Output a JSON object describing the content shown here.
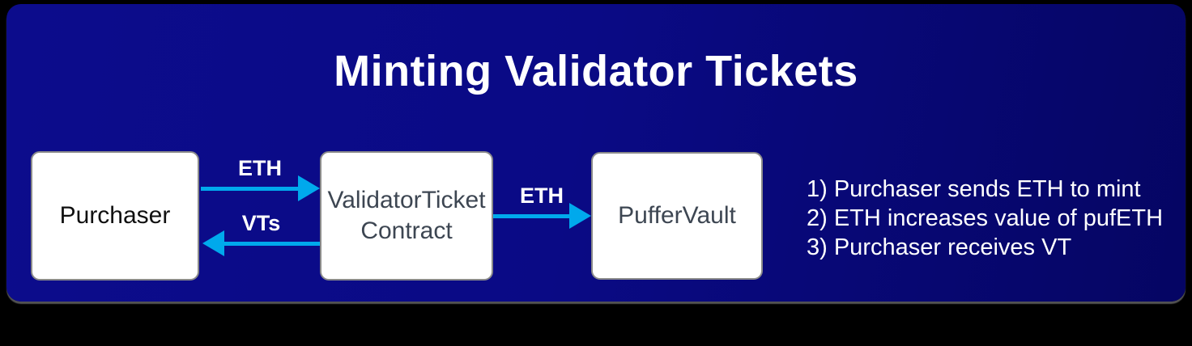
{
  "title": "Minting Validator Tickets",
  "colors": {
    "canvas_background": "#000000",
    "panel_background": "#0a0a85",
    "arrow": "#00a9ec",
    "node_background": "#ffffff",
    "node_border": "#8a8a8a",
    "purchaser_text": "#101010",
    "contract_vault_text": "#3d4652",
    "title_text": "#ffffff"
  },
  "nodes": [
    {
      "id": "purchaser",
      "label": "Purchaser"
    },
    {
      "id": "validator-ticket-contract",
      "label": "ValidatorTicket Contract"
    },
    {
      "id": "puffer-vault",
      "label": "PufferVault"
    }
  ],
  "edges": [
    {
      "label": "ETH",
      "from": "purchaser",
      "to": "validator-ticket-contract",
      "direction": "right"
    },
    {
      "label": "VTs",
      "from": "validator-ticket-contract",
      "to": "purchaser",
      "direction": "left"
    },
    {
      "label": "ETH",
      "from": "validator-ticket-contract",
      "to": "puffer-vault",
      "direction": "right"
    }
  ],
  "steps": [
    "1) Purchaser sends ETH to mint",
    "2) ETH increases value of pufETH",
    "3) Purchaser receives VT"
  ],
  "icons": {
    "arrow_right": "css-triangle-right",
    "arrow_left": "css-triangle-left"
  }
}
